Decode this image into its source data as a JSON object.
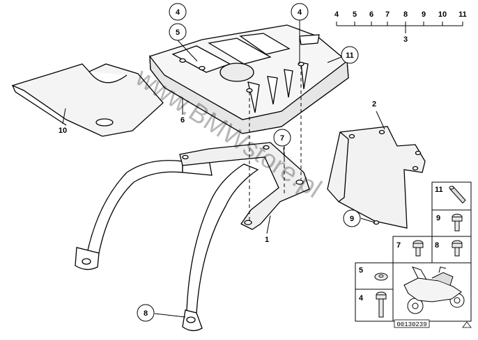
{
  "diagram": {
    "callouts": {
      "c4a": "4",
      "c5": "5",
      "c4b": "4",
      "c11": "11",
      "c2": "2",
      "c6": "6",
      "c10": "10",
      "c7": "7",
      "c1": "1",
      "c9": "9",
      "c8": "8"
    },
    "set_row": [
      "4",
      "5",
      "6",
      "7",
      "8",
      "9",
      "10",
      "11"
    ],
    "set_number": "3",
    "parts_table": [
      {
        "number": "11",
        "icon": "pin-icon"
      },
      {
        "number": "9",
        "icon": "bolt-icon"
      },
      {
        "number": "7",
        "icon": "bolt-icon"
      },
      {
        "number": "8",
        "icon": "bolt-icon"
      },
      {
        "number": "5",
        "icon": "washer-icon"
      },
      {
        "number": "4",
        "icon": "bolt-icon"
      }
    ],
    "ref_code": "00130239",
    "watermark": "www.BMWstore.pl"
  }
}
